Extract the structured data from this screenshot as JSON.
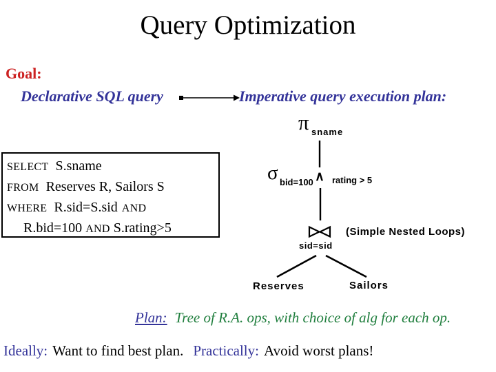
{
  "colors": {
    "accent_blue": "#333399",
    "accent_red": "#cc2222",
    "accent_green": "#1f7e3d"
  },
  "title": "Query Optimization",
  "goal": {
    "label": "Goal:",
    "declarative": "Declarative SQL query",
    "imperative": "Imperative query execution plan:"
  },
  "sql": {
    "kw_select": "SELECT",
    "select_rest": "S.sname",
    "kw_from": "FROM",
    "from_rest": "Reserves R, Sailors S",
    "kw_where": "WHERE",
    "where_rest": "R.sid=S.sid",
    "kw_and1": "AND",
    "line4_a": "R.bid=100",
    "kw_and2": "AND",
    "line4_b": "S.rating>5"
  },
  "tree": {
    "project_op": "π",
    "project_attr": "sname",
    "select_op": "σ",
    "select_sub": "bid=100",
    "and_op": "∧",
    "select_cond": "rating > 5",
    "join_cond": "sid=sid",
    "join_algo_note": "(Simple Nested Loops)",
    "left_leaf": "Reserves",
    "right_leaf": "Sailors"
  },
  "plan_note": {
    "label": "Plan:",
    "text": "Tree of R.A. ops, with choice of alg for each op."
  },
  "closing": {
    "ideally_label": "Ideally:",
    "ideally_text": "Want to find best plan.",
    "practically_label": "Practically:",
    "practically_text": "Avoid worst plans!"
  }
}
